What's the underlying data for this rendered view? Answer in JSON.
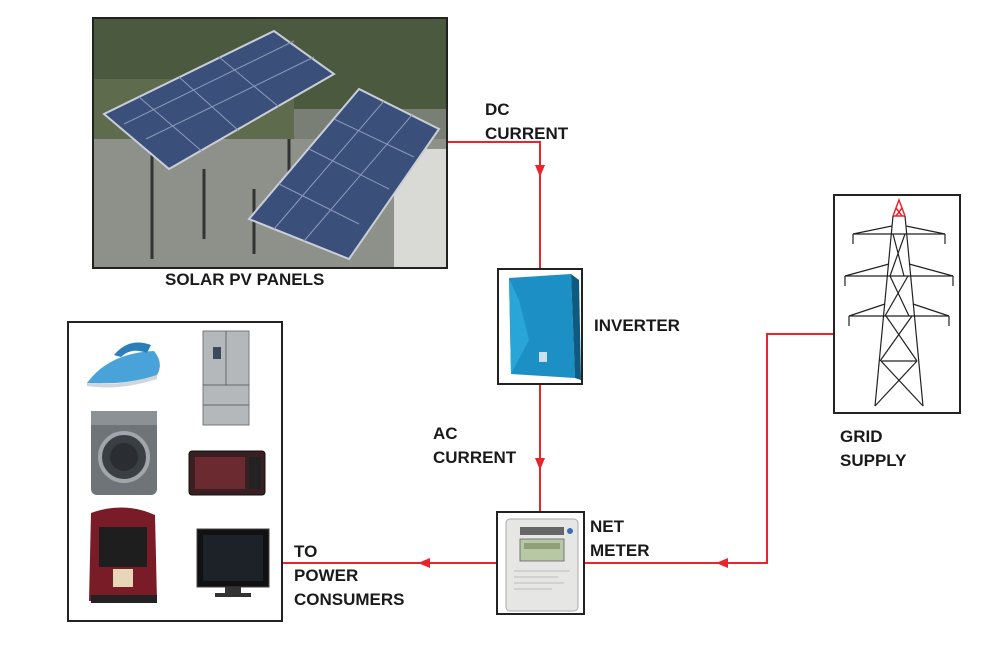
{
  "labels": {
    "solar_panels": "SOLAR PV PANELS",
    "dc_current_line1": "DC",
    "dc_current_line2": "CURRENT",
    "inverter": "INVERTER",
    "ac_current_line1": "AC",
    "ac_current_line2": "CURRENT",
    "net_meter_line1": "NET",
    "net_meter_line2": "METER",
    "grid_supply_line1": "GRID",
    "grid_supply_line2": "SUPPLY",
    "consumers_line1": "TO",
    "consumers_line2": "POWER",
    "consumers_line3": "CONSUMERS"
  },
  "colors": {
    "wire": "#e8252b",
    "panel_cell": "#3a4f7a",
    "inverter_body": "#1c8fc4",
    "tower_tip": "#e8252b"
  },
  "icons": [
    "solar-panel-photo",
    "inverter-icon",
    "net-meter-icon",
    "transmission-tower-icon",
    "iron-icon",
    "refrigerator-icon",
    "washing-machine-icon",
    "microwave-icon",
    "coffee-machine-icon",
    "television-icon"
  ]
}
